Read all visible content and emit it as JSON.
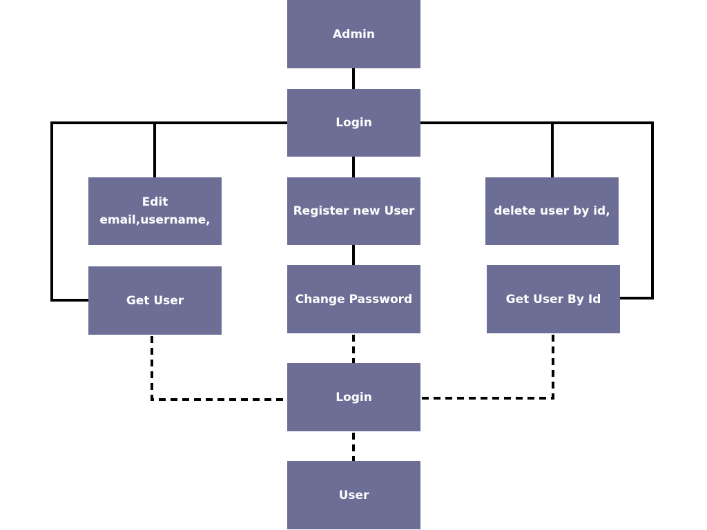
{
  "nodes": {
    "admin": "Admin",
    "login_top": "Login",
    "edit": [
      "Edit",
      "email,username,"
    ],
    "register": "Register new User",
    "delete": "delete user by id,",
    "get_user": "Get User",
    "change_password": "Change Password",
    "get_user_by_id": "Get User By Id",
    "login_bottom": "Login",
    "user": "User"
  },
  "colors": {
    "node_fill": "#6d6e96",
    "node_text": "#ffffff",
    "connector": "#000000"
  },
  "edges": [
    {
      "from": "admin",
      "to": "login_top",
      "style": "solid"
    },
    {
      "from": "login_top",
      "to": "register",
      "style": "solid"
    },
    {
      "from": "login_top",
      "to": "edit",
      "style": "solid"
    },
    {
      "from": "login_top",
      "to": "get_user",
      "style": "solid"
    },
    {
      "from": "login_top",
      "to": "delete",
      "style": "solid"
    },
    {
      "from": "login_top",
      "to": "get_user_by_id",
      "style": "solid"
    },
    {
      "from": "register",
      "to": "change_password",
      "style": "solid"
    },
    {
      "from": "change_password",
      "to": "login_bottom",
      "style": "dashed"
    },
    {
      "from": "get_user",
      "to": "login_bottom",
      "style": "dashed"
    },
    {
      "from": "get_user_by_id",
      "to": "login_bottom",
      "style": "dashed"
    },
    {
      "from": "login_bottom",
      "to": "user",
      "style": "dashed"
    }
  ]
}
